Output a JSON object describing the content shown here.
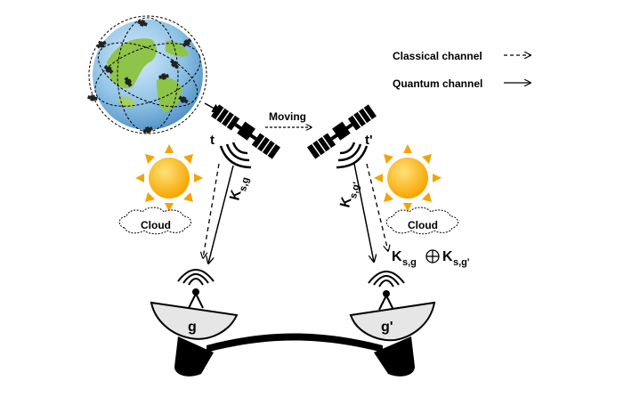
{
  "legend": {
    "classical": "Classical channel",
    "quantum": "Quantum channel"
  },
  "moving_label": "Moving",
  "time_left": "t",
  "time_right": "t'",
  "key_left": {
    "base": "K",
    "sub": "s,g"
  },
  "key_right": {
    "base": "K",
    "sub": "s,g'"
  },
  "key_combined": {
    "a_base": "K",
    "a_sub": "s,g",
    "op": "⊕",
    "b_base": "K",
    "b_sub": "s,g'"
  },
  "cloud_label": "Cloud",
  "station_left": "g",
  "station_right": "g'",
  "colors": {
    "sun_fill": "#f6b800",
    "sun_ray": "#f4a300",
    "ocean": "#7fb7de",
    "land": "#8fc44a",
    "dish_fill": "#e6e6e6",
    "ink": "#000000"
  }
}
